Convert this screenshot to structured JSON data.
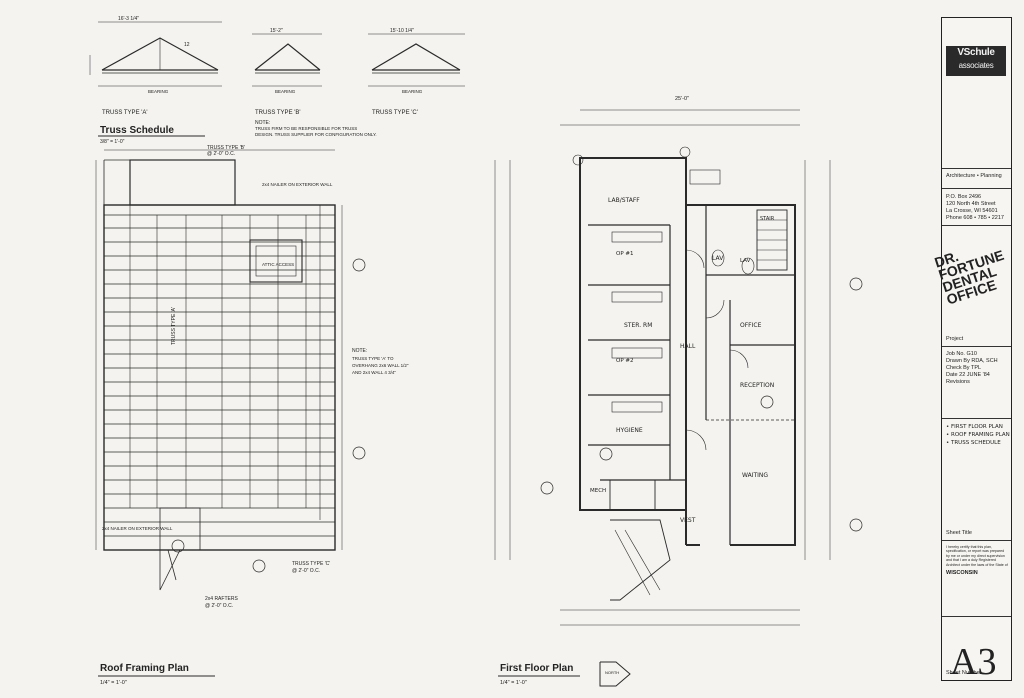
{
  "trusses": {
    "a_label": "TRUSS TYPE 'A'",
    "b_label": "TRUSS TYPE 'B'",
    "c_label": "TRUSS TYPE 'C'",
    "a_span": "16'-3 1/4\"",
    "b_span": "15'-2\"",
    "c_span": "15'-10 1/4\"",
    "bearing": "BEARING",
    "pitch": "12"
  },
  "truss_schedule": {
    "title": "Truss Schedule",
    "scale": "3/8\" = 1'-0\"",
    "note_line1": "NOTE:",
    "note_line2": "TRUSS FIRM TO BE RESPONSIBLE FOR TRUSS",
    "note_line3": "DESIGN. TRUSS SUPPLIER FOR CONFIGURATION ONLY."
  },
  "roof_plan": {
    "title": "Roof Framing Plan",
    "scale": "1/4\" = 1'-0\"",
    "note_truss_b": "TRUSS TYPE 'B'",
    "note_truss_b_spacing": "@ 2'-0\" O.C.",
    "note_nailer": "2x4 NAILER ON EXTERIOR WALL",
    "attic_access": "ATTIC ACCESS",
    "truss_type_a": "TRUSS TYPE 'A'",
    "note_right_1": "NOTE:",
    "note_right_2": "TRUSS TYPE 'A' TO",
    "note_right_3": "OVERHANG 2x6 WALL 1/2\"",
    "note_right_4": "AND 2x4 WALL 4 3/4\"",
    "note_nailer_bottom": "2x4 NAILER ON EXTERIOR WALL",
    "truss_type_c": "TRUSS TYPE 'C'",
    "truss_type_c_spacing": "@ 2'-0\" O.C.",
    "rafters": "2x4 RAFTERS",
    "rafters_spacing": "@ 2'-0\" O.C."
  },
  "floor_plan": {
    "title": "First Floor Plan",
    "scale": "1/4\" = 1'-0\"",
    "overall_dim": "25'-0\"",
    "rooms": {
      "lab": "LAB/STAFF",
      "lav1": "LAV",
      "lav2": "LAV",
      "ster": "STER. RM",
      "hall": "HALL",
      "office": "OFFICE",
      "reception": "RECEPTION",
      "hygiene": "HYGIENE",
      "waiting": "WAITING",
      "vest": "VEST",
      "mech": "MECH",
      "stair": "STAIR",
      "op1": "OP #1",
      "op2": "OP #2"
    },
    "north": "NORTH"
  },
  "title_block": {
    "firm_line1": "VSchule",
    "firm_line2": "associates",
    "services": "Architecture • Planning",
    "address1": "P.O. Box 2496",
    "address2": "120 North 4th Street",
    "address3": "La Crosse, WI 54601",
    "phone": "Phone 608 • 785 • 2217",
    "project_name": "DR. FORTUNE DENTAL OFFICE",
    "project_label": "Project",
    "job_no": "Job No.  G10",
    "drawn_by": "Drawn By  RDA, SCH",
    "check_by": "Check By  TPL",
    "date": "Date         22 JUNE '84",
    "revisions": "Revisions",
    "sheet_contents1": "• FIRST FLOOR PLAN",
    "sheet_contents2": "• ROOF FRAMING PLAN",
    "sheet_contents3": "• TRUSS SCHEDULE",
    "sheet_title_label": "Sheet Title",
    "cert_text": "I hereby certify that this plan, specification, or report was prepared by me or under my direct supervision and that I am a duly Registered Architect under the laws of the State of",
    "state": "WISCONSIN",
    "sheet_number": "A3",
    "sheet_number_label": "Sheet Number"
  }
}
